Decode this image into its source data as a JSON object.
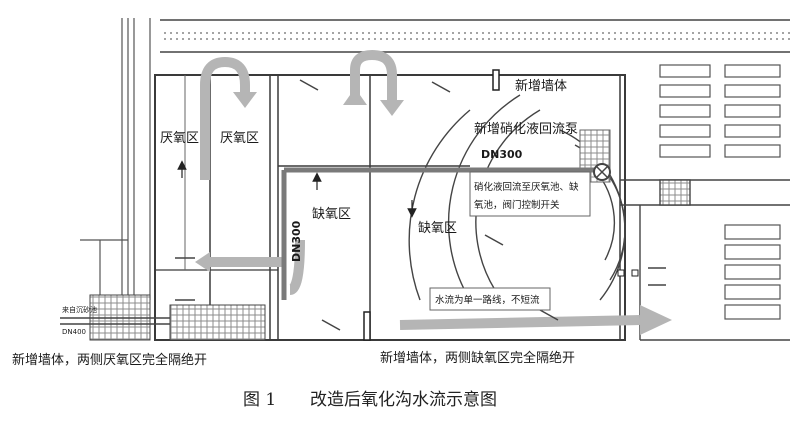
{
  "labels": {
    "zone_anaerobic": "厌氧区",
    "zone_anoxic": "缺氧区",
    "new_wall_top": "新增墙体",
    "new_pump": "新增硝化液回流泵",
    "dn300_top": "DN300",
    "dn300_vertical": "DN300",
    "return_note_l1": "硝化液回流至厌氧池、缺",
    "return_note_l2": "氧池，阀门控制开关",
    "flow_note": "水流为单一路线，不短流",
    "inlet_label": "来自沉砂池",
    "dn_inlet": "DN400",
    "bottom_left_note": "新增墙体，两侧厌氧区完全隔绝开",
    "bottom_mid_note": "新增墙体，两侧缺氧区完全隔绝开",
    "figure_number": "图 1",
    "figure_title": "改造后氧化沟水流示意图"
  },
  "colors": {
    "line": "#3a3a3a",
    "flow_arrow": "#b9b9b9",
    "pipe": "#8a8a8a",
    "hatch": "#9a9a9a",
    "pump": "#666666"
  }
}
